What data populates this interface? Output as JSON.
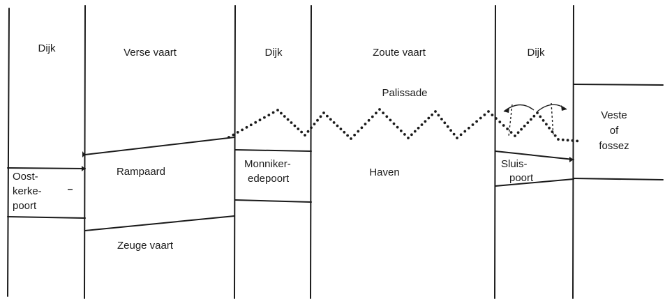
{
  "diagram": {
    "labels": {
      "dijk_1": "Dijk",
      "verse_vaart": "Verse vaart",
      "dijk_2": "Dijk",
      "zoute_vaart": "Zoute vaart",
      "dijk_3": "Dijk",
      "palissade": "Palissade",
      "veste_1": "Veste",
      "veste_2": "of",
      "veste_3": "fossez",
      "oostkerke_1": "Oost-",
      "oostkerke_2": "kerke-",
      "oostkerke_3": "poort",
      "rampaard": "Rampaard",
      "monniker_1": "Monniker-",
      "monniker_2": "edepoort",
      "haven": "Haven",
      "sluis_1": "Sluis-",
      "sluis_2": "poort",
      "zeuge_vaart": "Zeuge vaart"
    },
    "colors": {
      "ink": "#1a1a1a",
      "paper": "#ffffff"
    }
  }
}
